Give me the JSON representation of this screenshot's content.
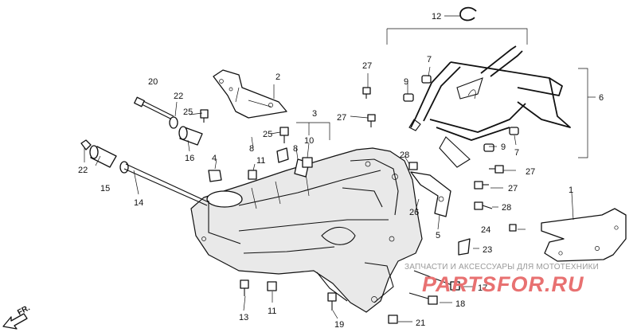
{
  "diagram": {
    "callouts": [
      "1",
      "2",
      "3",
      "4",
      "5",
      "6",
      "7",
      "7",
      "8",
      "8",
      "9",
      "9",
      "10",
      "11",
      "11",
      "12",
      "13",
      "14",
      "15",
      "16",
      "17",
      "18",
      "19",
      "20",
      "21",
      "22",
      "22",
      "23",
      "24",
      "25",
      "25",
      "26",
      "27",
      "27",
      "27",
      "27",
      "28",
      "28"
    ],
    "fr_label": "FR.",
    "watermark": {
      "caption": "ЗАПЧАСТИ И АКСЕССУАРЫ ДЛЯ МОТОТЕХНИКИ",
      "logo": "PARTSFOR.RU"
    }
  }
}
